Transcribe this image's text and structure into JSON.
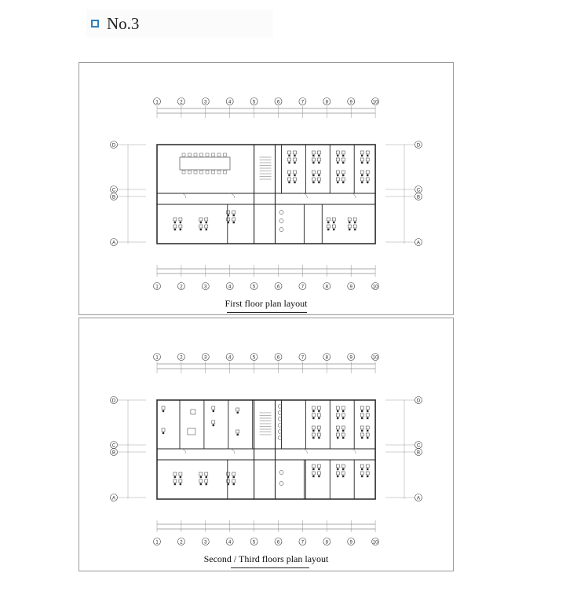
{
  "header": {
    "title": "No.3",
    "accent_color": "#2f7fbf",
    "icon": "square-outline-icon"
  },
  "grid": {
    "columns": [
      "1",
      "2",
      "3",
      "4",
      "5",
      "6",
      "7",
      "8",
      "9",
      "10"
    ],
    "rows_top_to_bottom": [
      "D",
      "C",
      "B",
      "A"
    ]
  },
  "plans": [
    {
      "caption": "First floor plan layout"
    },
    {
      "caption": "Second / Third floors plan layout"
    }
  ]
}
